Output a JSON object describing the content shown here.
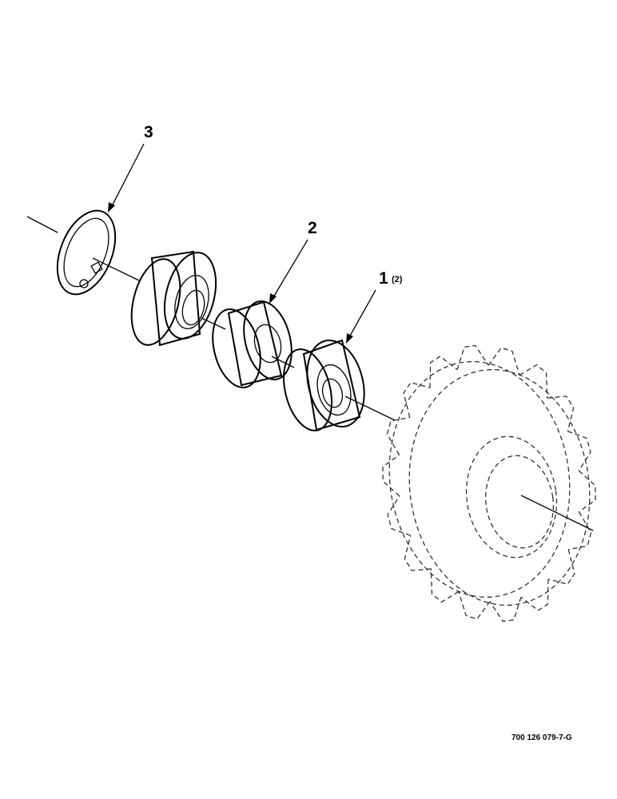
{
  "callouts": [
    {
      "number": "3",
      "qualifier": ""
    },
    {
      "number": "2",
      "qualifier": ""
    },
    {
      "number": "1",
      "qualifier": "(2)"
    }
  ],
  "drawing_code": "700 126 079-7-G",
  "parts": [
    "snap-ring",
    "bearing",
    "spacer",
    "bearing",
    "sprocket"
  ]
}
